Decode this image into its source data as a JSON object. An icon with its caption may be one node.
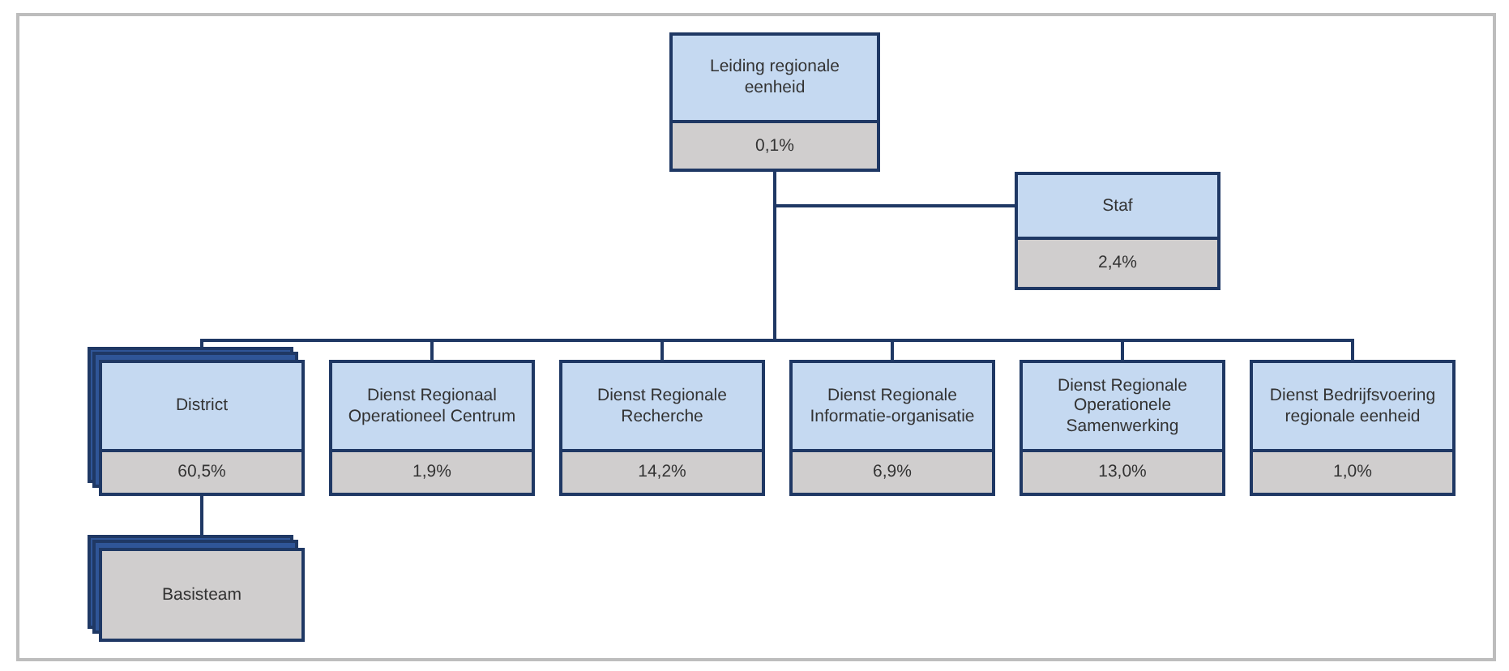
{
  "diagram": {
    "nodes": [
      {
        "text": [
          "Leiding regionale eenheid",
          "0,1%"
        ]
      },
      {
        "text": [
          "Staf",
          "2,4%"
        ]
      },
      {
        "text": [
          "District",
          "60,5%"
        ]
      },
      {
        "text": [
          "Dienst Regionaal Operationeel Centrum",
          "1,9%"
        ]
      },
      {
        "text": [
          "Dienst Regionale Recherche",
          "14,2%"
        ]
      },
      {
        "text": [
          "Dienst Regionale Informatie-organisatie",
          "6,9%"
        ]
      },
      {
        "text": [
          "Dienst Regionale Operationele Samenwerking",
          "13,0%"
        ]
      },
      {
        "text": [
          "Dienst Bedrijfsvoering regionale eenheid",
          "1,0%"
        ]
      },
      {
        "text": [
          "Basisteam"
        ]
      }
    ],
    "edges": [
      {
        "from": 0,
        "to": 1,
        "arrow": "none"
      },
      {
        "from": 0,
        "to": 2,
        "arrow": "none"
      },
      {
        "from": 0,
        "to": 3,
        "arrow": "none"
      },
      {
        "from": 0,
        "to": 4,
        "arrow": "none"
      },
      {
        "from": 0,
        "to": 5,
        "arrow": "none"
      },
      {
        "from": 0,
        "to": 6,
        "arrow": "none"
      },
      {
        "from": 0,
        "to": 7,
        "arrow": "none"
      },
      {
        "from": 2,
        "to": 8,
        "arrow": "none"
      }
    ]
  }
}
